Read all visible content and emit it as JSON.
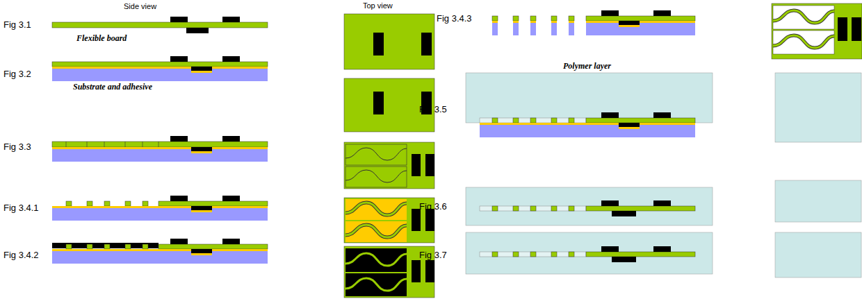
{
  "diagram": {
    "labels": [
      "Side view",
      "Top view",
      "Fig 3.1",
      "Flexible board",
      "Fig 3.2",
      "Substrate and adhesive",
      "Fig 3.3",
      "Fig 3.4.1",
      "Fig 3.4.2",
      "Fig 3.4.3",
      "Polymer layer",
      "Fig 3.5",
      "Fig 3.6",
      "Fig 3.7"
    ]
  }
}
